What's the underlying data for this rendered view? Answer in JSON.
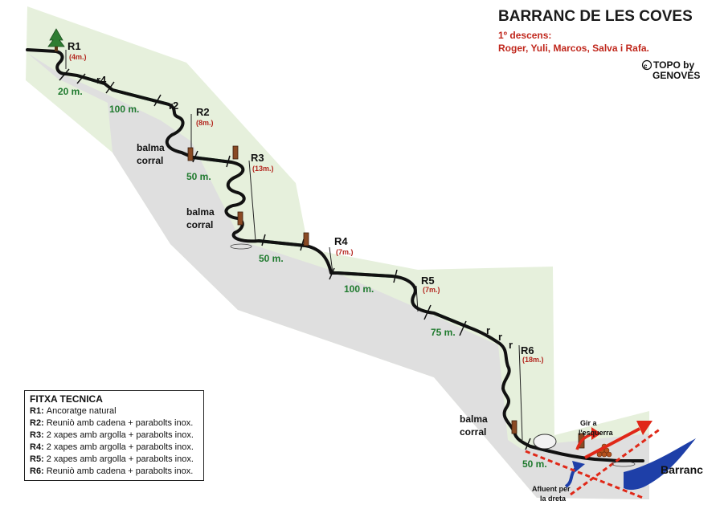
{
  "header": {
    "title": "BARRANC DE LES COVES",
    "subtitle": "1º descens:",
    "people": "Roger, Yuli, Marcos, Salva i Rafa.",
    "credit_line1": "TOPO by",
    "credit_line2": "GENOVÉS"
  },
  "rappels": [
    {
      "label": "R1",
      "height": "(4m.)"
    },
    {
      "label": "R2",
      "height": "(8m.)"
    },
    {
      "label": "R3",
      "height": "(13m.)"
    },
    {
      "label": "R4",
      "height": "(7m.)"
    },
    {
      "label": "R5",
      "height": "(7m.)"
    },
    {
      "label": "R6",
      "height": "(18m.)"
    }
  ],
  "small_jumps": [
    "r4",
    "r2",
    "r",
    "r",
    "r"
  ],
  "distances": [
    "20 m.",
    "100 m.",
    "50 m.",
    "50 m.",
    "100 m.",
    "75 m.",
    "50 m."
  ],
  "places": [
    {
      "line1": "balma",
      "line2": "corral"
    },
    {
      "line1": "balma",
      "line2": "corral"
    },
    {
      "line1": "balma",
      "line2": "corral"
    }
  ],
  "exit": {
    "turn_line1": "Gir a",
    "turn_line2": "l'esquerra",
    "tributary_line1": "Afluent per",
    "tributary_line2": "la dreta",
    "river": "Barranc"
  },
  "legend": {
    "title": "FITXA TECNICA",
    "rows": [
      {
        "key": "R1:",
        "text": "Ancoratge natural"
      },
      {
        "key": "R2:",
        "text": "Reuniò amb cadena + parabolts inox."
      },
      {
        "key": "R3:",
        "text": "2 xapes amb argolla + parabolts inox."
      },
      {
        "key": "R4:",
        "text": "2 xapes amb argolla + parabolts inox."
      },
      {
        "key": "R5:",
        "text": "2 xapes amb argolla + parabolts inox."
      },
      {
        "key": "R6:",
        "text": "Reuniò amb cadena + parabolts inox."
      }
    ]
  },
  "colors": {
    "left_bank": "#e6f0dc",
    "right_bank": "#e2e2e2",
    "stream": "#111111",
    "walk": "#2e8b57",
    "label_red": "#c0271c",
    "arrow_blue": "#1e3fa8"
  }
}
